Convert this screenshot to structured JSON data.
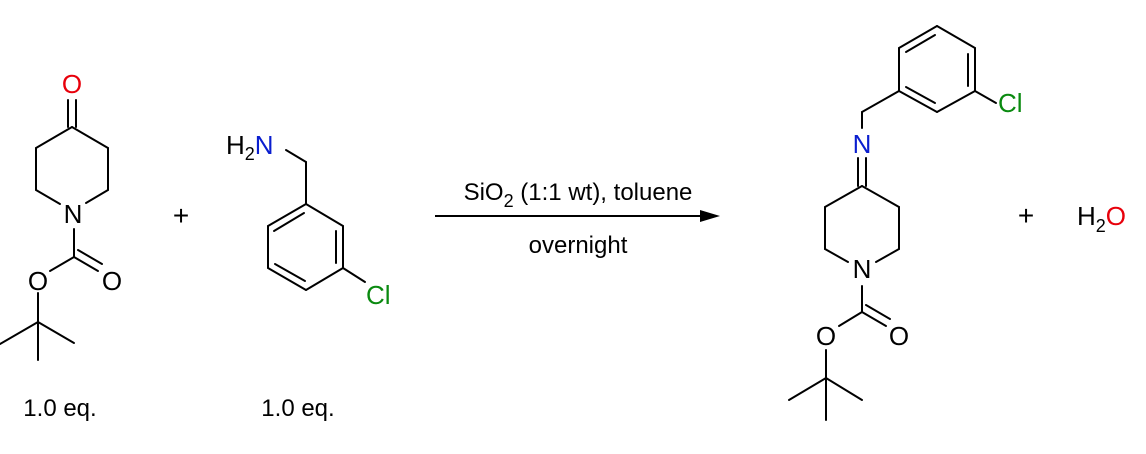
{
  "scheme": {
    "reactant1": {
      "name": "N-Boc-4-piperidone",
      "atoms": {
        "carbonyl_O": "O",
        "ring_N": "N",
        "ester_O": "O",
        "carbonyl_O2": "O"
      },
      "equivalents": "1.0 eq."
    },
    "plus1": "+",
    "reactant2": {
      "name": "3-chlorobenzylamine",
      "atoms": {
        "amine_H": "H",
        "amine_sub": "2",
        "amine_N": "N",
        "Cl": "Cl"
      },
      "equivalents": "1.0 eq."
    },
    "conditions": {
      "above_reagent": "SiO",
      "above_sub": "2",
      "above_rest": " (1:1 wt), toluene",
      "below": "overnight"
    },
    "product": {
      "name": "imine product",
      "atoms": {
        "imine_N": "N",
        "Cl": "Cl",
        "ring_N": "N",
        "ester_O": "O",
        "carbonyl_O": "O"
      }
    },
    "plus2": "+",
    "byproduct": {
      "H": "H",
      "sub": "2",
      "O": "O"
    },
    "colors": {
      "oxygen": "#e8000b",
      "nitrogen": "#0a1ecf",
      "chlorine": "#0a8a10",
      "bond": "#000000"
    }
  }
}
